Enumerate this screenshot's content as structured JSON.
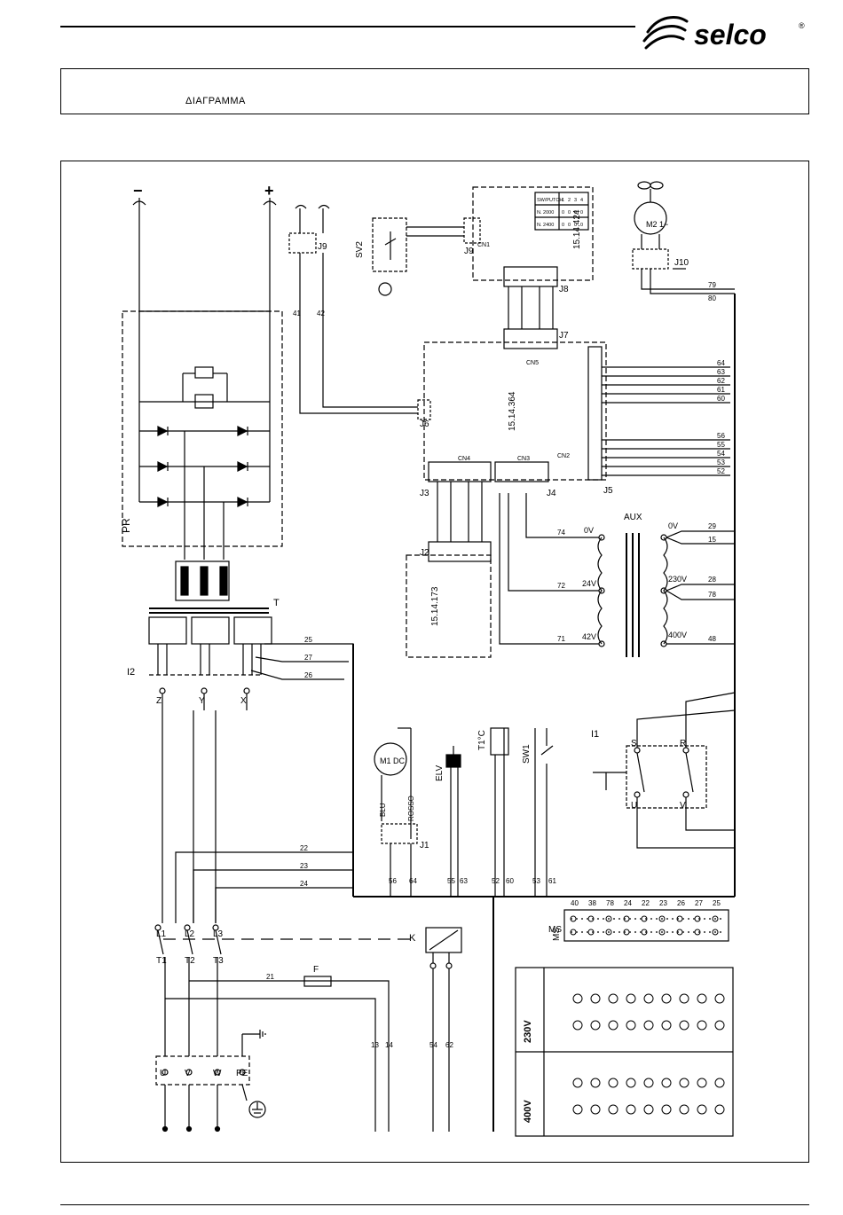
{
  "header": {
    "brand": "selco",
    "registered": "®",
    "title": "ΔΙΑΓΡΑΜΜΑ"
  },
  "diagram": {
    "pr": "PR",
    "t": "T",
    "i2": "I2",
    "i1": "I1",
    "aux": "AUX",
    "ms": "MS",
    "k": "K",
    "f": "F",
    "boards": [
      "15.14.424",
      "15.14.364",
      "15.14.173"
    ],
    "connectors": [
      "J1",
      "J2",
      "J3",
      "J4",
      "J5",
      "J6",
      "J7",
      "J8",
      "J9",
      "J10"
    ],
    "cn_labels": [
      "CN1",
      "CN2",
      "CN3",
      "CN4",
      "CN5"
    ],
    "sv2": "SV2",
    "m1": "M1 DC",
    "m2": "M2 1~",
    "elv": "ELV",
    "tc": "T1°C",
    "sw1": "SW1",
    "mains": [
      "L1",
      "L2",
      "L3"
    ],
    "outs": [
      "T1",
      "T2",
      "T3"
    ],
    "mains_term": [
      "U",
      "V",
      "W",
      "PE"
    ],
    "i2_taps": [
      "Z",
      "Y",
      "X"
    ],
    "i1_poles": [
      "S",
      "R",
      "U",
      "V"
    ],
    "m1_wires": [
      "BLU",
      "ROSSO"
    ],
    "aux_volts": [
      "0V",
      "24V",
      "42V",
      "0V",
      "230V",
      "400V"
    ],
    "plus": "+",
    "minus": "−",
    "table_head": [
      "SW/PUTCH",
      "1",
      "2",
      "3",
      "4"
    ],
    "table_rows": [
      [
        "N. 2000",
        "0",
        "0",
        "0",
        "0"
      ],
      [
        "N. 2400",
        "0",
        "0",
        "0",
        "0"
      ]
    ],
    "wires_bottom": [
      "56",
      "64",
      "55",
      "63",
      "52",
      "60",
      "53",
      "61"
    ],
    "wires_ms": [
      "40",
      "38",
      "78",
      "24",
      "22",
      "23",
      "26",
      "27",
      "25"
    ],
    "wires_right": [
      "64",
      "63",
      "62",
      "61",
      "60",
      "56",
      "55",
      "54",
      "53",
      "52"
    ],
    "wires_aux": [
      "74",
      "72",
      "71",
      "29",
      "15",
      "28",
      "78",
      "48"
    ],
    "wires_tap": [
      "25",
      "27",
      "26"
    ],
    "wires_mains": [
      "22",
      "23",
      "24"
    ],
    "wires_misc": [
      "21",
      "13",
      "14",
      "54",
      "62",
      "41",
      "42",
      "79",
      "80"
    ],
    "config_230": "230V",
    "config_400": "400V"
  }
}
